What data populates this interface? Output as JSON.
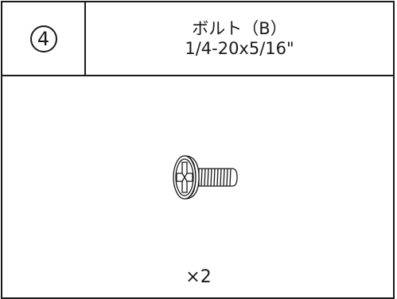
{
  "part": {
    "number": "4",
    "name": "ボルト（B）",
    "spec": "1/4-20x5/16\"",
    "quantity": "×2",
    "illustration": "phillips-pan-head-screw"
  }
}
